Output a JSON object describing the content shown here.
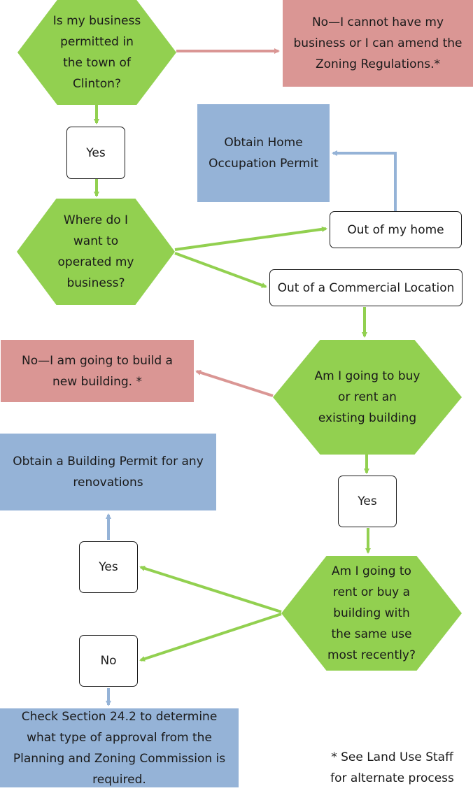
{
  "colors": {
    "decision": "#92d050",
    "negative": "#da9694",
    "action": "#95b3d7",
    "arrow_green": "#92d050",
    "arrow_red": "#da9694",
    "arrow_blue": "#95b3d7"
  },
  "nodes": {
    "permitted_question": "Is my business\npermitted in\nthe town of\nClinton?",
    "cannot_have": "No—I cannot have my business or I can amend the Zoning Regulations.*",
    "yes_1": "Yes",
    "home_permit": "Obtain Home Occupation Permit",
    "where_question": "Where do I\nwant to\noperated my\nbusiness?",
    "out_of_home": "Out of my home",
    "commercial": "Out of a Commercial Location",
    "build_new": "No—I am going to build a new building. *",
    "buy_rent_question": "Am I going to buy\nor rent an\nexisting building",
    "building_permit": "Obtain a Building Permit for any renovations",
    "yes_2": "Yes",
    "yes_3": "Yes",
    "same_use_question": "Am I going to\nrent or buy a\nbuilding with\nthe same  use\nmost recently?",
    "no": "No",
    "check_section": "Check Section 24.2 to determine what type of approval from the Planning and Zoning Commission is required."
  },
  "footnote": "* See Land Use Staff\nfor alternate process"
}
